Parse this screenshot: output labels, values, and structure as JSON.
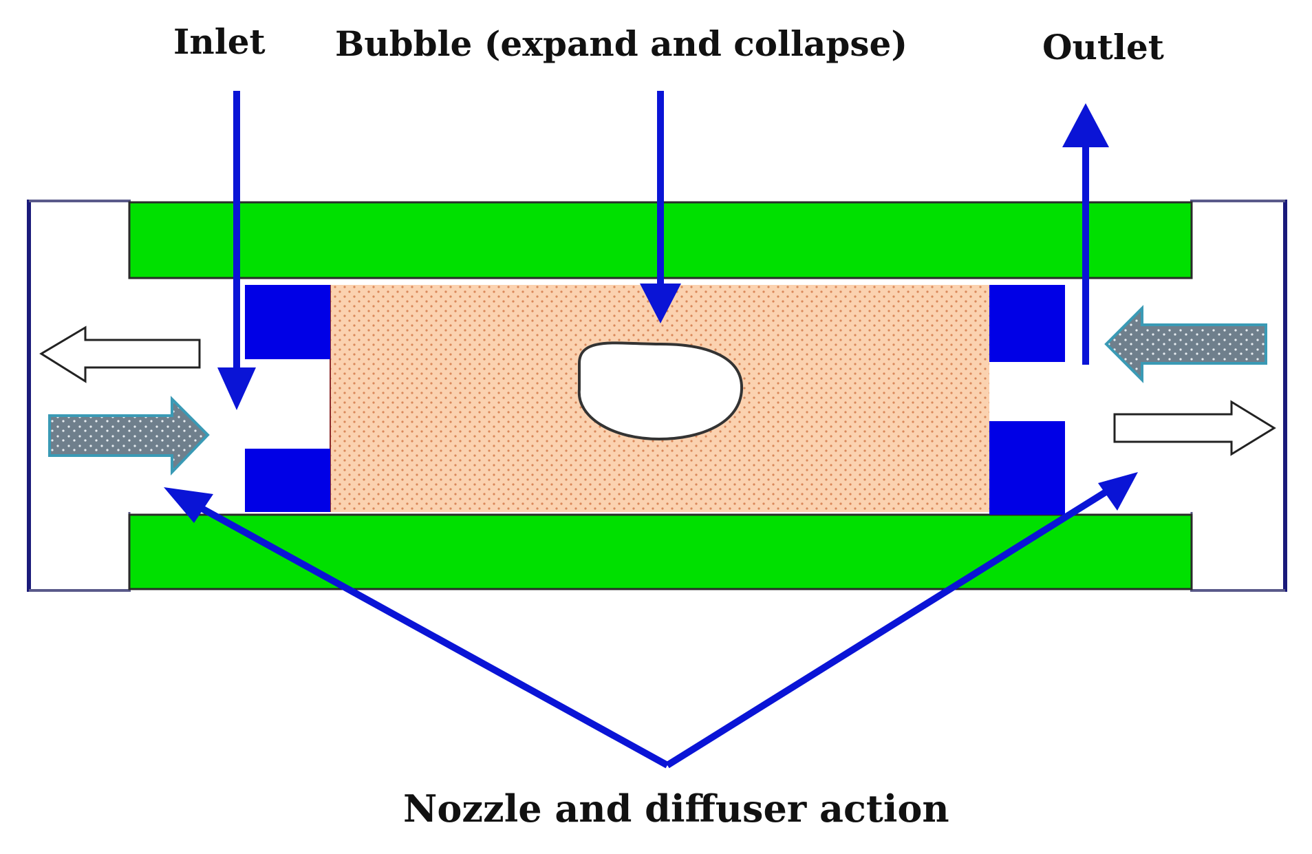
{
  "labels": {
    "inlet": "Inlet",
    "bubble": "Bubble (expand and collapse)",
    "outlet": "Outlet",
    "nozzle_diffuser": "Nozzle and diffuser action"
  },
  "colors": {
    "wall": "#00e000",
    "valve": "#0000e6",
    "chamber": "#fbd2b0",
    "chamber_dots": "#d9885a",
    "pointer": "#0a14d6",
    "frame": "#1a1a7a",
    "flow_arrow_fill": "#6f7f8c",
    "flow_arrow_edge": "#3a9ab5"
  },
  "icons": {
    "inflow": "dotted-arrow-right",
    "outflow": "hollow-arrow"
  }
}
